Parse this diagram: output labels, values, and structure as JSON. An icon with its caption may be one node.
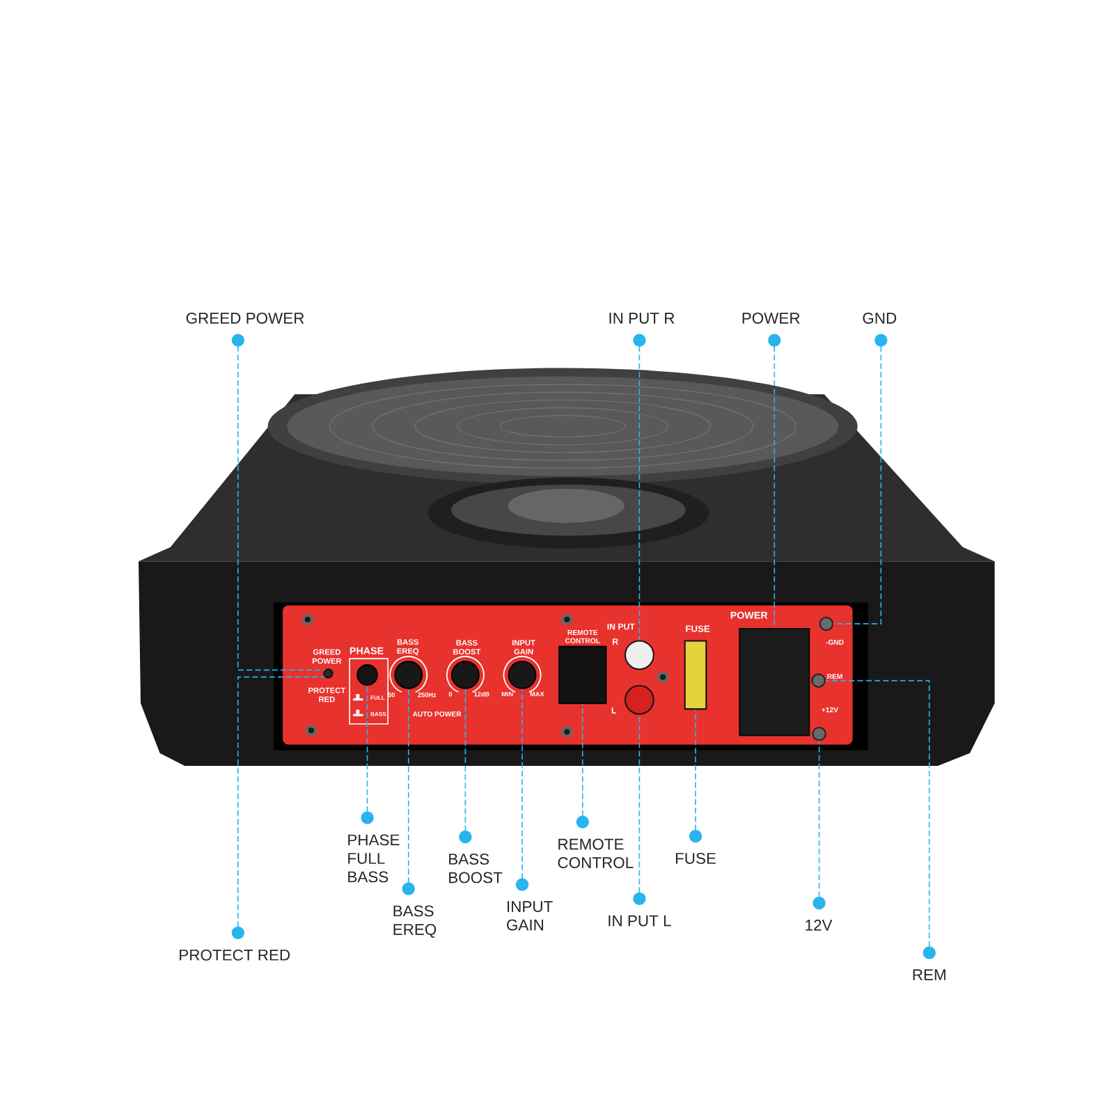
{
  "diagram": {
    "nodes": [
      {
        "text": [
          "GREED POWER"
        ]
      },
      {
        "text": [
          "IN PUT R"
        ]
      },
      {
        "text": [
          "POWER"
        ]
      },
      {
        "text": [
          "GND"
        ]
      },
      {
        "text": [
          "PHASE FULL BASS"
        ]
      },
      {
        "text": [
          "BASS EREQ"
        ]
      },
      {
        "text": [
          "BASS BOOST"
        ]
      },
      {
        "text": [
          "INPUT GAIN"
        ]
      },
      {
        "text": [
          "REMOTE CONTROL"
        ]
      },
      {
        "text": [
          "IN PUT L"
        ]
      },
      {
        "text": [
          "FUSE"
        ]
      },
      {
        "text": [
          "12V"
        ]
      },
      {
        "text": [
          "REM"
        ]
      },
      {
        "text": [
          "PROTECT RED"
        ]
      },
      {
        "text": [],
        "shape": "circle",
        "beside": [
          "GREED POWER",
          "PROTECT RED"
        ]
      },
      {
        "text": [],
        "shape": "circle",
        "beside": [
          "PHASE"
        ]
      },
      {
        "text": [],
        "shape": "circle",
        "beside": [
          "BASS EREQ"
        ]
      },
      {
        "text": [],
        "shape": "circle",
        "beside": [
          "BASS BOOST"
        ]
      },
      {
        "text": [],
        "shape": "circle",
        "beside": [
          "INPUT GAIN"
        ]
      },
      {
        "text": [],
        "shape": "box",
        "beside": [
          "REMOTE CONTROL"
        ]
      },
      {
        "text": [],
        "shape": "circle",
        "beside": [
          "R"
        ]
      },
      {
        "text": [],
        "shape": "circle",
        "beside": [
          "L"
        ]
      },
      {
        "text": [],
        "shape": "box",
        "beside": [
          "FUSE"
        ]
      },
      {
        "text": [],
        "shape": "box",
        "beside": [
          "POWER"
        ]
      },
      {
        "text": [],
        "shape": "circle",
        "beside": [
          "-GND"
        ]
      },
      {
        "text": [],
        "shape": "circle",
        "beside": [
          "REM"
        ]
      },
      {
        "text": [],
        "shape": "circle",
        "beside": [
          "+12V"
        ]
      }
    ],
    "edges": [
      {
        "from": 0,
        "to": 14,
        "arrow": "other"
      },
      {
        "from": 1,
        "to": 20,
        "arrow": "other"
      },
      {
        "from": 2,
        "to": 23,
        "arrow": "other"
      },
      {
        "from": 3,
        "to": 24,
        "arrow": "other"
      },
      {
        "from": 4,
        "to": 15,
        "arrow": "other"
      },
      {
        "from": 5,
        "to": 16,
        "arrow": "other"
      },
      {
        "from": 6,
        "to": 17,
        "arrow": "other"
      },
      {
        "from": 7,
        "to": 18,
        "arrow": "other"
      },
      {
        "from": 8,
        "to": 19,
        "arrow": "other"
      },
      {
        "from": 9,
        "to": 21,
        "arrow": "other"
      },
      {
        "from": 10,
        "to": 22,
        "arrow": "other"
      },
      {
        "from": 11,
        "to": 26,
        "arrow": "other"
      },
      {
        "from": 12,
        "to": 25,
        "arrow": "other"
      },
      {
        "from": 13,
        "to": 14,
        "arrow": "other"
      }
    ],
    "labels": [
      "IN PUT",
      "50",
      "250Hz",
      "0",
      "12dB",
      "MIN",
      "MAX",
      "FULL",
      "BASS",
      "AUTO POWER"
    ]
  }
}
